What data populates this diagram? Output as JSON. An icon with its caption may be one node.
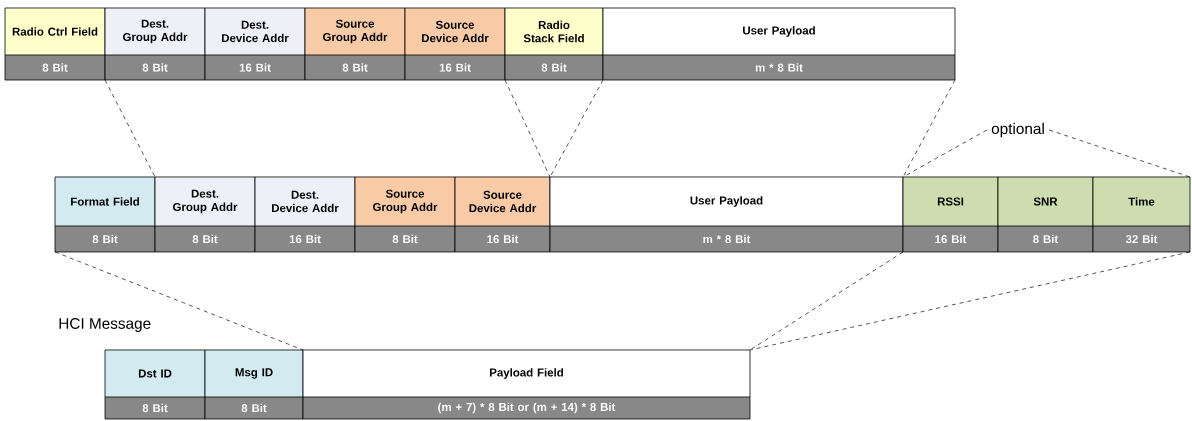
{
  "diagram": {
    "nodes": [
      {
        "text": [
          "Radio Ctrl Field",
          "8 Bit"
        ]
      },
      {
        "text": [
          "Dest. Group Addr",
          "8 Bit"
        ]
      },
      {
        "text": [
          "Dest. Device Addr",
          "16 Bit"
        ]
      },
      {
        "text": [
          "Source Group Addr",
          "8 Bit"
        ]
      },
      {
        "text": [
          "Source Device Addr",
          "16 Bit"
        ]
      },
      {
        "text": [
          "Radio Stack Field",
          "8 Bit"
        ]
      },
      {
        "text": [
          "User Payload",
          "m * 8 Bit"
        ]
      },
      {
        "text": [
          "optional"
        ]
      },
      {
        "text": [
          "Format Field",
          "8 Bit"
        ]
      },
      {
        "text": [
          "Dest. Group Addr",
          "8 Bit"
        ]
      },
      {
        "text": [
          "Dest. Device Addr",
          "16 Bit"
        ]
      },
      {
        "text": [
          "Source Group Addr",
          "8 Bit"
        ]
      },
      {
        "text": [
          "Source Device Addr",
          "16 Bit"
        ]
      },
      {
        "text": [
          "User Payload",
          "m * 8 Bit"
        ]
      },
      {
        "text": [
          "RSSI",
          "16 Bit"
        ]
      },
      {
        "text": [
          "SNR",
          "8 Bit"
        ]
      },
      {
        "text": [
          "Time",
          "32 Bit"
        ]
      },
      {
        "text": [
          "Dst ID",
          "8 Bit"
        ]
      },
      {
        "text": [
          "Msg ID",
          "8 Bit"
        ]
      },
      {
        "text": [
          "Payload Field",
          "(m + 7) * 8 Bit or (m + 14) * 8 Bit"
        ]
      }
    ],
    "edges": [
      {
        "from": 1,
        "to": 9,
        "arrow": "none",
        "style": "dashed"
      },
      {
        "from": 5,
        "to": 12,
        "arrow": "none",
        "style": "dashed"
      },
      {
        "from": 6,
        "to": 12,
        "arrow": "none",
        "style": "dashed"
      },
      {
        "from": 6,
        "to": 14,
        "arrow": "none",
        "style": "dashed"
      },
      {
        "from": 7,
        "to": 14,
        "arrow": "none",
        "style": "dashed"
      },
      {
        "from": 7,
        "to": 16,
        "arrow": "none",
        "style": "dashed"
      },
      {
        "from": 8,
        "to": 18,
        "arrow": "none",
        "style": "dashed"
      },
      {
        "from": 13,
        "to": 19,
        "arrow": "none",
        "style": "dashed"
      },
      {
        "from": 16,
        "to": 19,
        "arrow": "none",
        "style": "dashed"
      }
    ],
    "labels": [
      "HCI Message"
    ]
  }
}
